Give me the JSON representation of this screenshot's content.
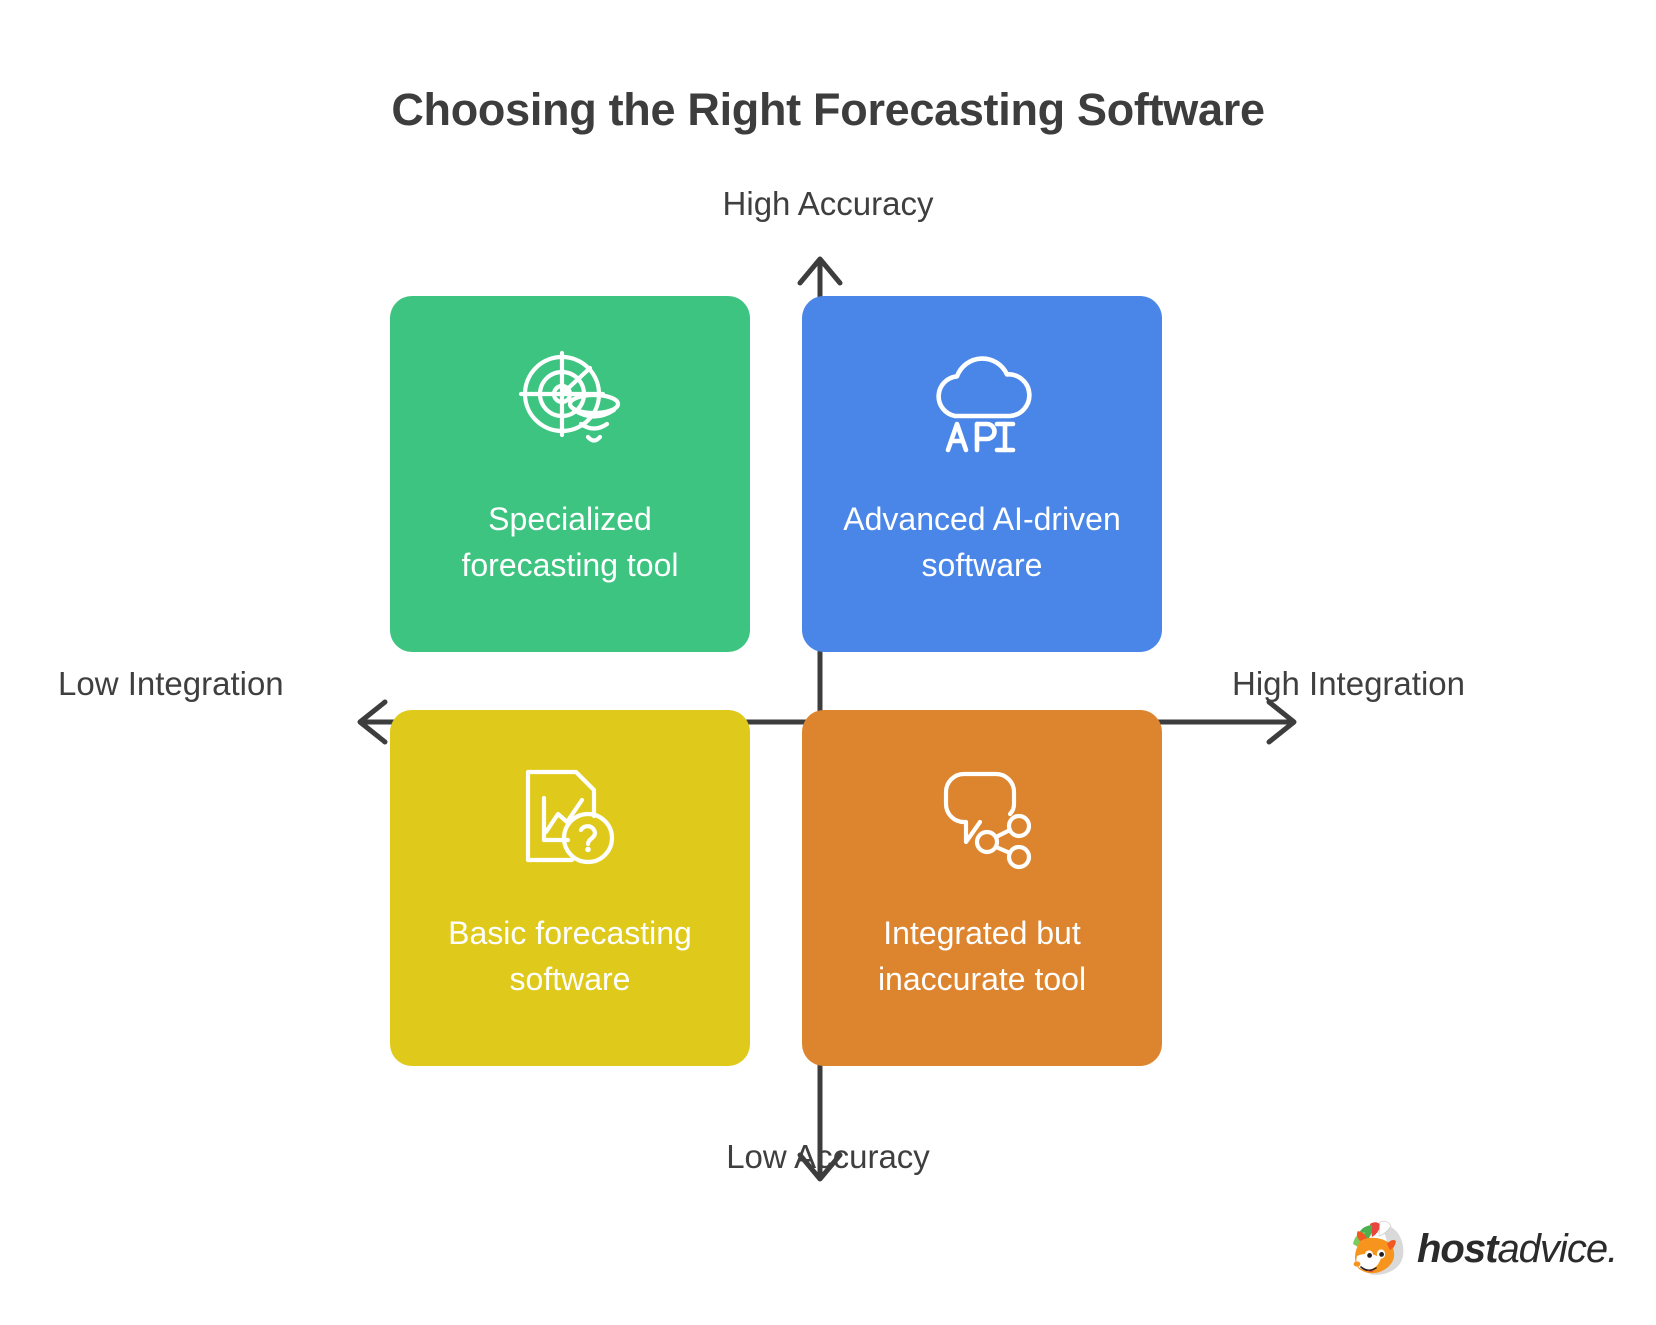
{
  "title": "Choosing the Right Forecasting Software",
  "axes": {
    "top_label": "High Accuracy",
    "bottom_label": "Low Accuracy",
    "left_label": "Low Integration",
    "right_label": "High Integration",
    "line_color": "#3d3d3d"
  },
  "quadrants": [
    {
      "id": "top-left",
      "label": "Specialized forecasting tool",
      "color": "#3DC480",
      "icon": "radar-tornado-icon",
      "position": "High Accuracy / Low Integration"
    },
    {
      "id": "top-right",
      "label": "Advanced AI-driven software",
      "color": "#4A86E8",
      "icon": "cloud-api-icon",
      "icon_text": "API",
      "position": "High Accuracy / High Integration"
    },
    {
      "id": "bottom-left",
      "label": "Basic forecasting software",
      "color": "#DFC91A",
      "icon": "document-chart-question-icon",
      "position": "Low Accuracy / Low Integration"
    },
    {
      "id": "bottom-right",
      "label": "Integrated but inaccurate tool",
      "color": "#DD842E",
      "icon": "speech-bubble-share-icon",
      "position": "Low Accuracy / High Integration"
    }
  ],
  "logo": {
    "name": "hostadvice-logo",
    "text_strong": "host",
    "text_light": "advice.",
    "mark": "fox-mascot-icon"
  },
  "chart_data": {
    "type": "table",
    "title": "Choosing the Right Forecasting Software",
    "xlabel": "Integration",
    "ylabel": "Accuracy",
    "x_axis_low": "Low Integration",
    "x_axis_high": "High Integration",
    "y_axis_low": "Low Accuracy",
    "y_axis_high": "High Accuracy",
    "quadrant_labels": [
      "Specialized forecasting tool",
      "Advanced AI-driven software",
      "Basic forecasting software",
      "Integrated but inaccurate tool"
    ],
    "quadrant_colors": [
      "#3DC480",
      "#4A86E8",
      "#DFC91A",
      "#DD842E"
    ]
  }
}
